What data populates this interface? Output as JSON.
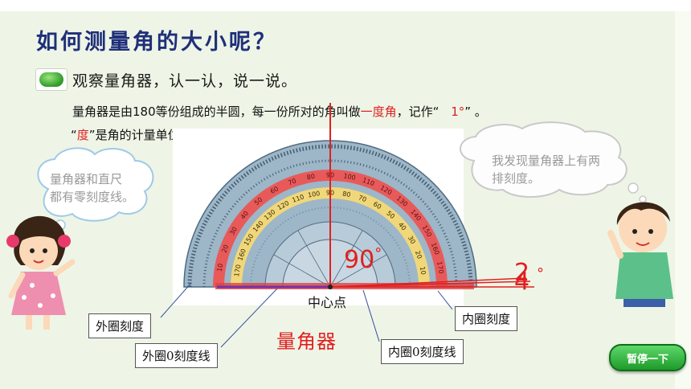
{
  "title": "如何测量角的大小呢？",
  "subtitle": "观察量角器，认一认，说一说。",
  "desc": {
    "line1_prefix": "量角器是由180等份组成的半圆，每一份所对的角叫做",
    "line1_red": "一度角",
    "line1_mid": "，记作“ ",
    "line1_red2": "1°",
    "line1_suffix": "” 。",
    "line2_open": "“",
    "line2_red": "度",
    "line2_mid": "”是角的计量单位，记作“",
    "line2_red2": "°",
    "line2_suffix": "”。"
  },
  "cloud_left": {
    "line1": "量角器和直尺",
    "line2": "都有零刻度线。"
  },
  "cloud_right": {
    "line1": "我发现量角器上有两",
    "line2": "排刻度。"
  },
  "labels": {
    "outer_scale": "外圈刻度",
    "outer_zero": "外圈0刻度线",
    "inner_scale": "内圈刻度",
    "inner_zero": "内圈0刻度线",
    "center": "中心点",
    "protractor": "量角器"
  },
  "annotations": {
    "ninety": "90",
    "deg": "°",
    "two": "2",
    "four": "4"
  },
  "pause_button": "暂停一下",
  "outer_ticks": [
    "10",
    "20",
    "30",
    "40",
    "50",
    "60",
    "70",
    "80",
    "90",
    "100",
    "110",
    "120",
    "130",
    "140",
    "150",
    "160",
    "170"
  ],
  "inner_ticks": [
    "170",
    "160",
    "150",
    "140",
    "130",
    "120",
    "110",
    "100",
    "90",
    "80",
    "70",
    "60",
    "50",
    "40",
    "30",
    "20",
    "10"
  ],
  "colors": {
    "title": "#1f2f7a",
    "red": "#e02020",
    "band_red": "#e85a5a",
    "band_yellow": "#f0d77a",
    "protractor_blue": "#7fa0b8"
  }
}
